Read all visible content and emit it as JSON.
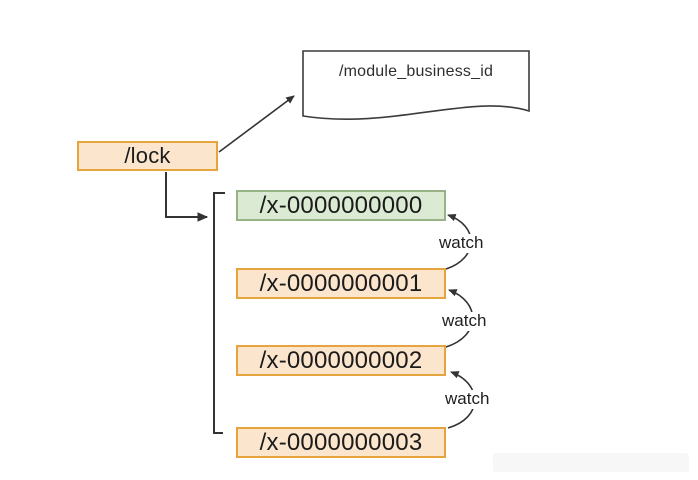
{
  "diagram": {
    "lock_node": {
      "label": "/lock"
    },
    "document_node": {
      "label": "/module_business_id"
    },
    "sequence_nodes": [
      {
        "label": "/x-0000000000",
        "state": "green"
      },
      {
        "label": "/x-0000000001",
        "state": "orange"
      },
      {
        "label": "/x-0000000002",
        "state": "orange"
      },
      {
        "label": "/x-0000000003",
        "state": "orange"
      }
    ],
    "watch_labels": [
      "watch",
      "watch",
      "watch"
    ],
    "colors": {
      "orange_fill": "#FCE5CD",
      "orange_border": "#E7A33D",
      "green_fill": "#DAEAD3",
      "green_border": "#97B386",
      "line": "#333333",
      "document_border": "#3C3C3C",
      "text": "#1B1B1B",
      "canvas_bg": "#FFFFFF",
      "band_bg": "#F7F7F7"
    }
  }
}
